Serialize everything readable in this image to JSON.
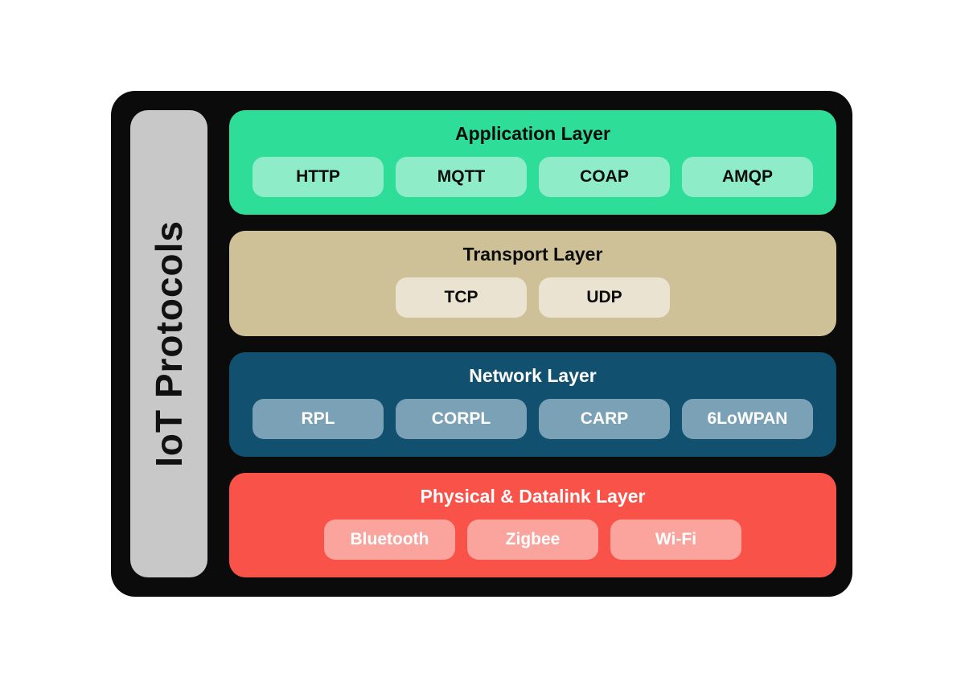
{
  "diagram": {
    "title": "IoT Protocols",
    "frame_color": "#0b0b0b",
    "sidebar_color": "#c8c8c8",
    "sidebar_text_color": "#111111",
    "layers": [
      {
        "name": "Application Layer",
        "color": "#2edd98",
        "chip_color": "#8fecc8",
        "text_color": "#0c0c0c",
        "protocols": [
          "HTTP",
          "MQTT",
          "COAP",
          "AMQP"
        ]
      },
      {
        "name": "Transport Layer",
        "color": "#cfc197",
        "chip_color": "#eae3d1",
        "text_color": "#0c0c0c",
        "protocols": [
          "TCP",
          "UDP"
        ]
      },
      {
        "name": "Network Layer",
        "color": "#11506f",
        "chip_color": "#7ba1b6",
        "text_color": "#ffffff",
        "protocols": [
          "RPL",
          "CORPL",
          "CARP",
          "6LoWPAN"
        ]
      },
      {
        "name": "Physical & Datalink Layer",
        "color": "#f95349",
        "chip_color": "#fba49d",
        "text_color": "#ffffff",
        "protocols": [
          "Bluetooth",
          "Zigbee",
          "Wi-Fi"
        ]
      }
    ]
  }
}
